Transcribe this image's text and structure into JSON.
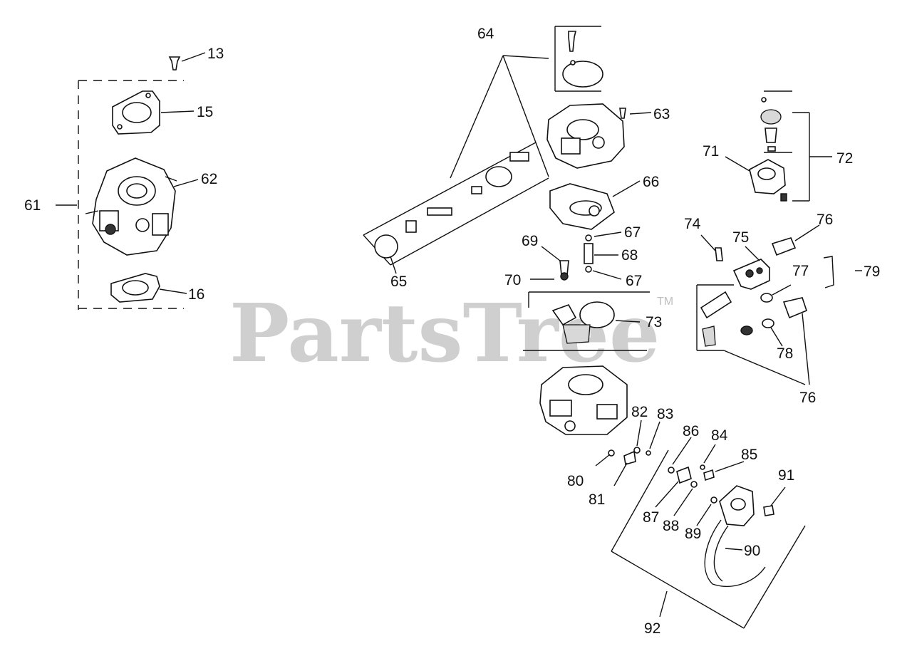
{
  "watermark": {
    "text": "PartsTree",
    "trademark": "TM"
  },
  "callouts": {
    "c13": "13",
    "c15": "15",
    "c16": "16",
    "c61": "61",
    "c62": "62",
    "c63": "63",
    "c64": "64",
    "c65": "65",
    "c66": "66",
    "c67a": "67",
    "c67b": "67",
    "c68": "68",
    "c69": "69",
    "c70": "70",
    "c71": "71",
    "c72": "72",
    "c73": "73",
    "c74": "74",
    "c75": "75",
    "c76a": "76",
    "c76b": "76",
    "c77": "77",
    "c78": "78",
    "c79": "79",
    "c80": "80",
    "c81": "81",
    "c82": "82",
    "c83": "83",
    "c84": "84",
    "c85": "85",
    "c86": "86",
    "c87": "87",
    "c88": "88",
    "c89": "89",
    "c90": "90",
    "c91": "91",
    "c92": "92"
  }
}
